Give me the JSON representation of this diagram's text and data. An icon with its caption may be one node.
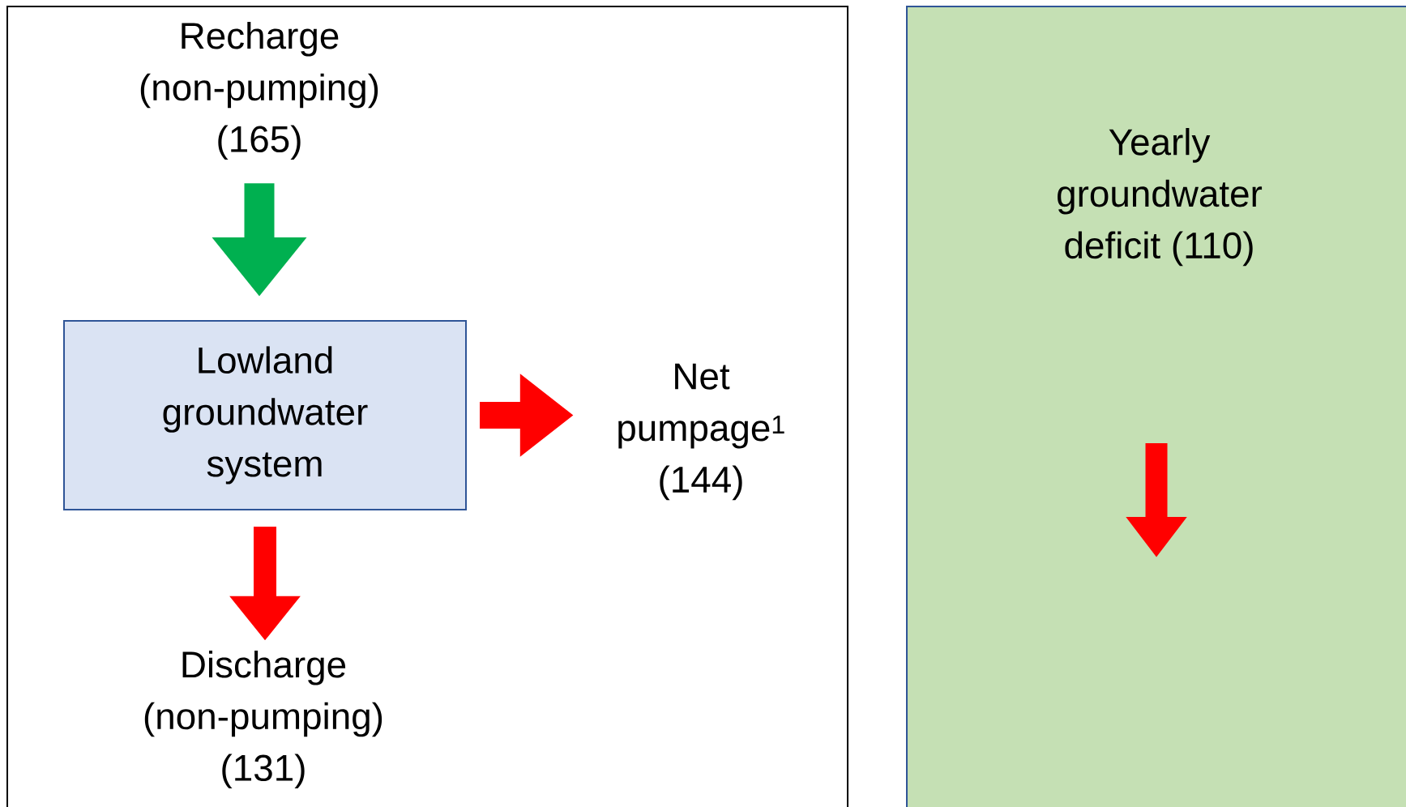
{
  "diagram": {
    "nodes": [
      {
        "text": [],
        "shape": "box"
      },
      {
        "text": [
          "Recharge (non-pumping) (165)"
        ],
        "in": 0
      },
      {
        "text": [
          "Lowland groundwater system"
        ],
        "in": 0
      },
      {
        "text": [
          "Net pumpage$^{1}$ (144)"
        ],
        "in": 0
      },
      {
        "text": [
          "Discharge (non-pumping) (131)"
        ],
        "in": 0
      },
      {
        "text": [
          "Yearly groundwater deficit (110)"
        ]
      }
    ],
    "edges": [
      {
        "from": 1,
        "to": 2,
        "arrow": "to",
        "color": "#00b050"
      },
      {
        "from": 2,
        "to": 3,
        "arrow": "to"
      },
      {
        "from": 2,
        "to": 4,
        "arrow": "to"
      }
    ]
  }
}
